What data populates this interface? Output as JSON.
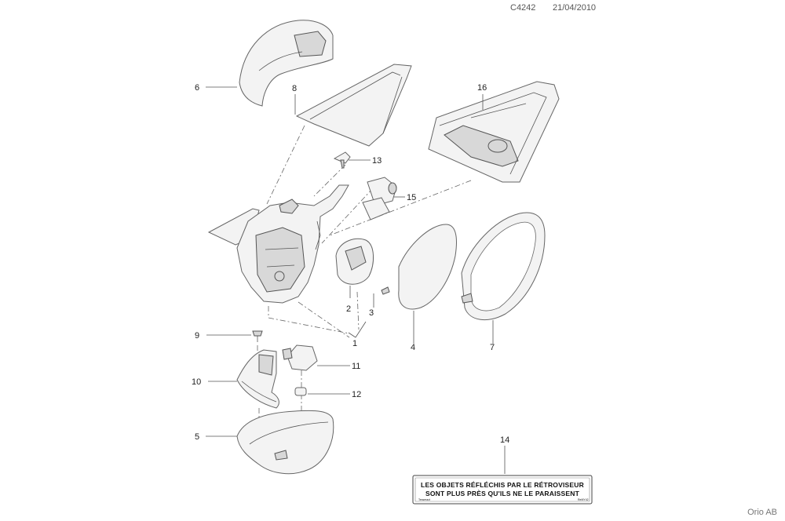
{
  "header": {
    "code": "C4242",
    "date": "21/04/2010"
  },
  "footer": {
    "brand": "Orio AB"
  },
  "callouts": [
    "1",
    "2",
    "3",
    "4",
    "5",
    "6",
    "7",
    "8",
    "9",
    "10",
    "11",
    "12",
    "13",
    "14",
    "15",
    "16"
  ],
  "warning_label": {
    "line1": "LES OBJETS RÉFLÉCHIS PAR LE RÉTROVISEUR",
    "line2": "SONT PLUS PRÈS QU'ILS NE LE PARAISSENT",
    "small_left": "Tesseract",
    "small_right": "ReMY42"
  }
}
